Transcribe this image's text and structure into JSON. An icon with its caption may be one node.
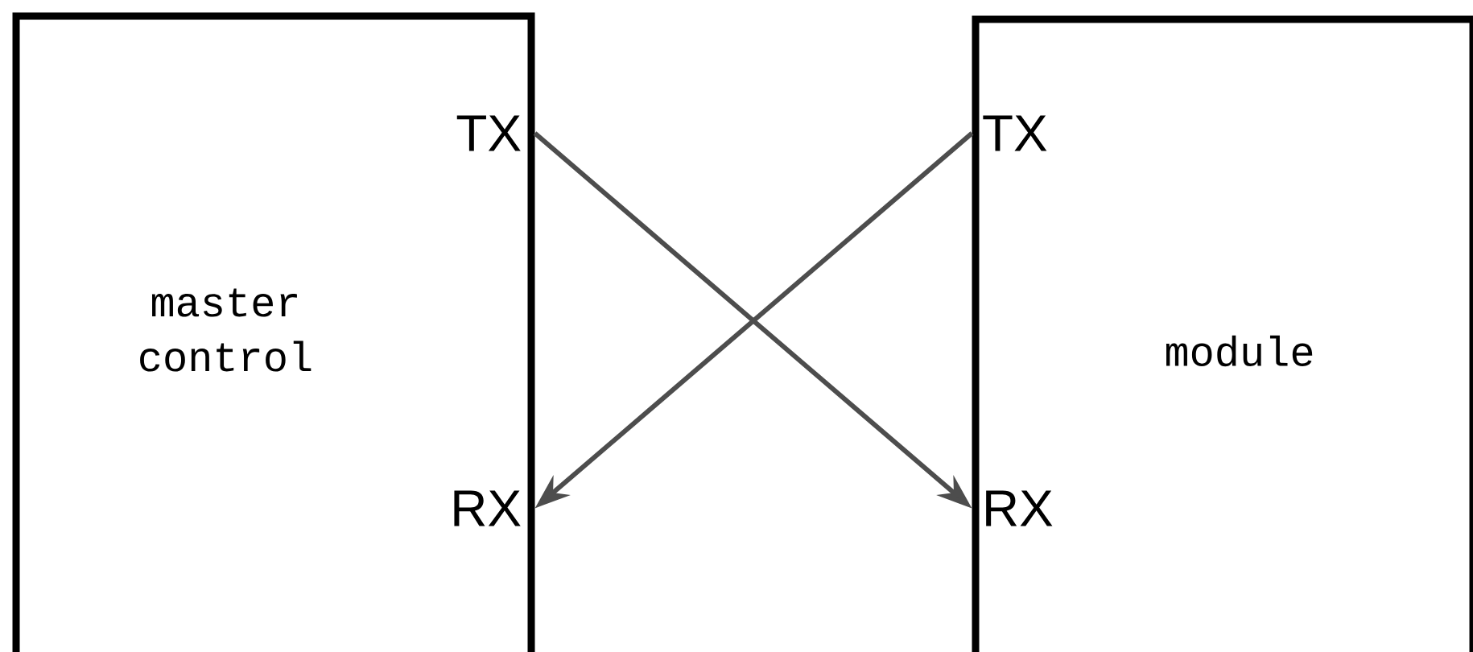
{
  "diagram": {
    "nodes": [
      {
        "text": [
          "master control"
        ]
      },
      {
        "text": [
          "TX"
        ],
        "in": 0
      },
      {
        "text": [
          "RX"
        ],
        "in": 0
      },
      {
        "text": [
          "module"
        ]
      },
      {
        "text": [
          "TX"
        ],
        "in": 3
      },
      {
        "text": [
          "RX"
        ],
        "in": 3
      }
    ],
    "edges": [
      {
        "from": 1,
        "to": 5,
        "arrow": "to",
        "color": "#4d4d4d"
      },
      {
        "from": 4,
        "to": 2,
        "arrow": "to",
        "color": "#4d4d4d"
      }
    ]
  }
}
